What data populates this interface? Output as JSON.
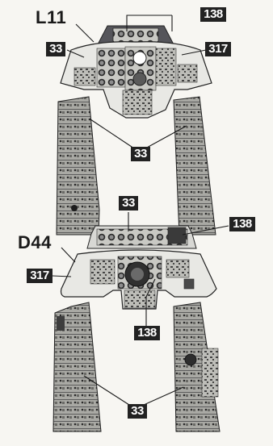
{
  "figure": {
    "background": "#f7f6f2",
    "panel_fill": "#e8e8e4",
    "tag_fill": "#222222"
  },
  "labels": {
    "top_model": "L11",
    "bottom_model": "D44",
    "tag_138": "138",
    "tag_33": "33",
    "tag_317": "317"
  }
}
